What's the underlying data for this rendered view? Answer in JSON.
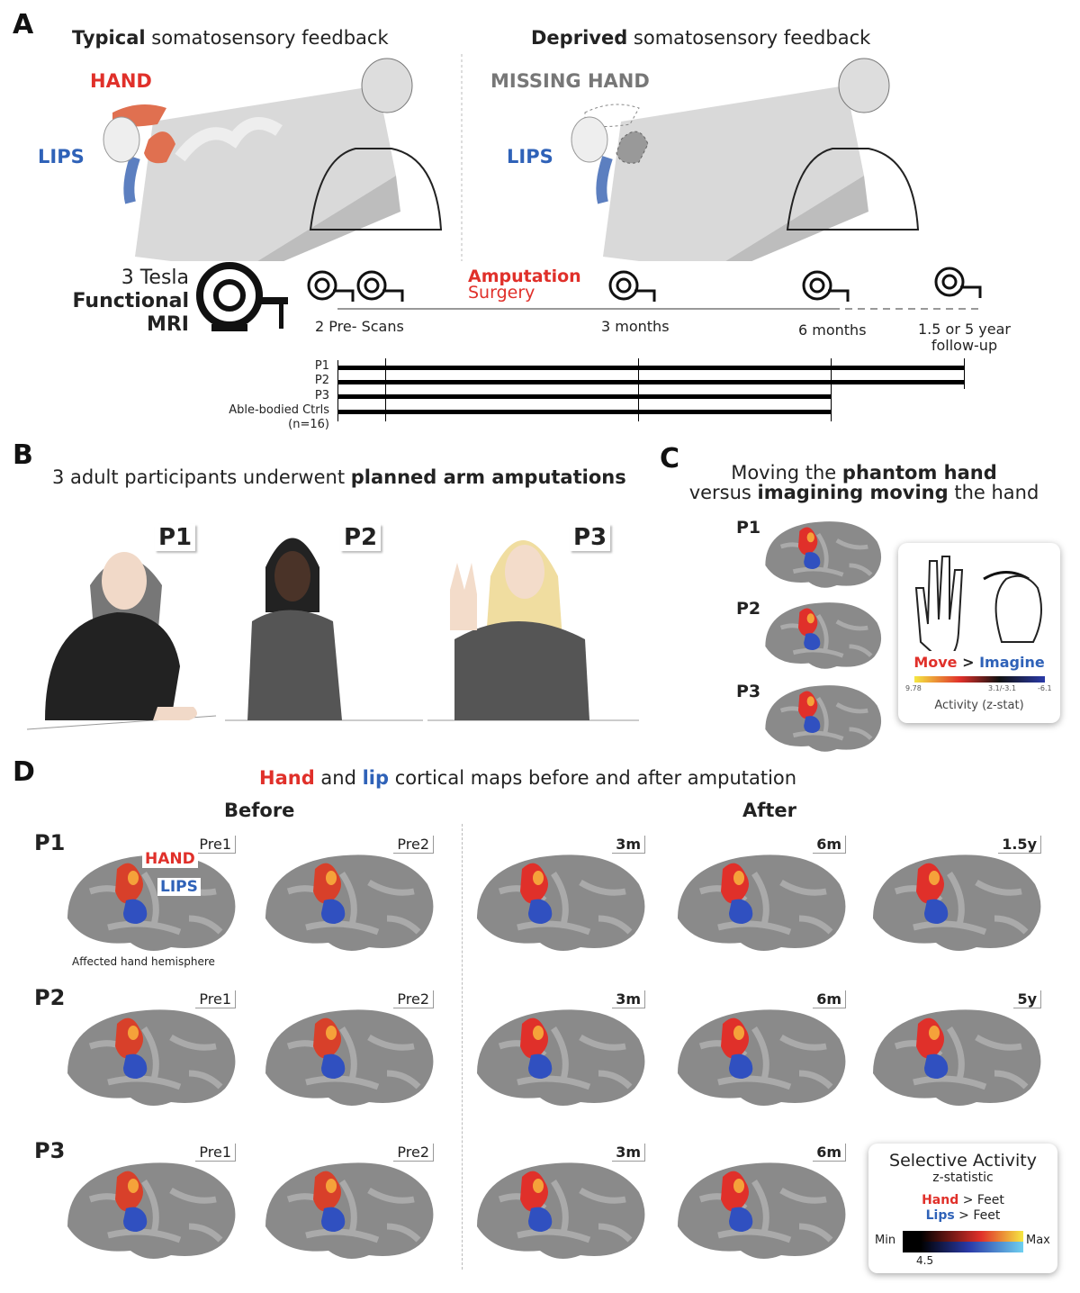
{
  "panel_a": {
    "letter": "A",
    "typical_bold": "Typical",
    "typical_rest": " somatosensory feedback",
    "deprived_bold": "Deprived",
    "deprived_rest": " somatosensory feedback",
    "hand_label": "HAND",
    "lips_label": "LIPS",
    "missing_hand_label": "MISSING HAND",
    "lips_label_2": "LIPS",
    "mri_line1": "3 Tesla",
    "mri_line2": "Functional",
    "mri_line3": "MRI",
    "amputation": "Amputation",
    "surgery": "Surgery",
    "timepoints": [
      "2 Pre- Scans",
      "3 months",
      "6 months",
      "1.5 or 5 year",
      "follow-up"
    ],
    "groups": [
      "P1",
      "P2",
      "P3",
      "Able-bodied Ctrls",
      "(n=16)"
    ]
  },
  "panel_b": {
    "letter": "B",
    "title_rest": "3 adult participants underwent ",
    "title_bold": "planned arm amputations",
    "participants": [
      "P1",
      "P2",
      "P3"
    ]
  },
  "panel_c": {
    "letter": "C",
    "t1a": "Moving the ",
    "t1b": "phantom hand",
    "t2a": "versus ",
    "t2b": "imagining moving",
    "t2c": " the hand",
    "rows": [
      "P1",
      "P2",
      "P3"
    ],
    "legend": {
      "move": "Move",
      "gt": ">",
      "imagine": "Imagine",
      "ticks": [
        "9.78",
        "3.1/-3.1",
        "-6.1"
      ],
      "caption": "Activity (z-stat)"
    }
  },
  "panel_d": {
    "letter": "D",
    "title_hand": "Hand",
    "title_mid": " and ",
    "title_lip": "lip",
    "title_rest": " cortical maps before and after amputation",
    "before": "Before",
    "after": "After",
    "overlay_hand": "HAND",
    "overlay_lips": "LIPS",
    "hemisphere_note": "Affected hand hemisphere",
    "rows": [
      {
        "participant": "P1",
        "timepoints": [
          "Pre1",
          "Pre2",
          "3m",
          "6m",
          "1.5y"
        ]
      },
      {
        "participant": "P2",
        "timepoints": [
          "Pre1",
          "Pre2",
          "3m",
          "6m",
          "5y"
        ]
      },
      {
        "participant": "P3",
        "timepoints": [
          "Pre1",
          "Pre2",
          "3m",
          "6m"
        ]
      }
    ],
    "legend": {
      "title": "Selective Activity",
      "subtitle": "z-statistic",
      "hand": "Hand",
      "lips": "Lips",
      "gt_feet": " > Feet",
      "min": "Min",
      "max": "Max",
      "threshold": "4.5"
    }
  },
  "colors": {
    "hand": "#e0302a",
    "lips": "#2f62b8",
    "brain": "#8c8c8c"
  }
}
